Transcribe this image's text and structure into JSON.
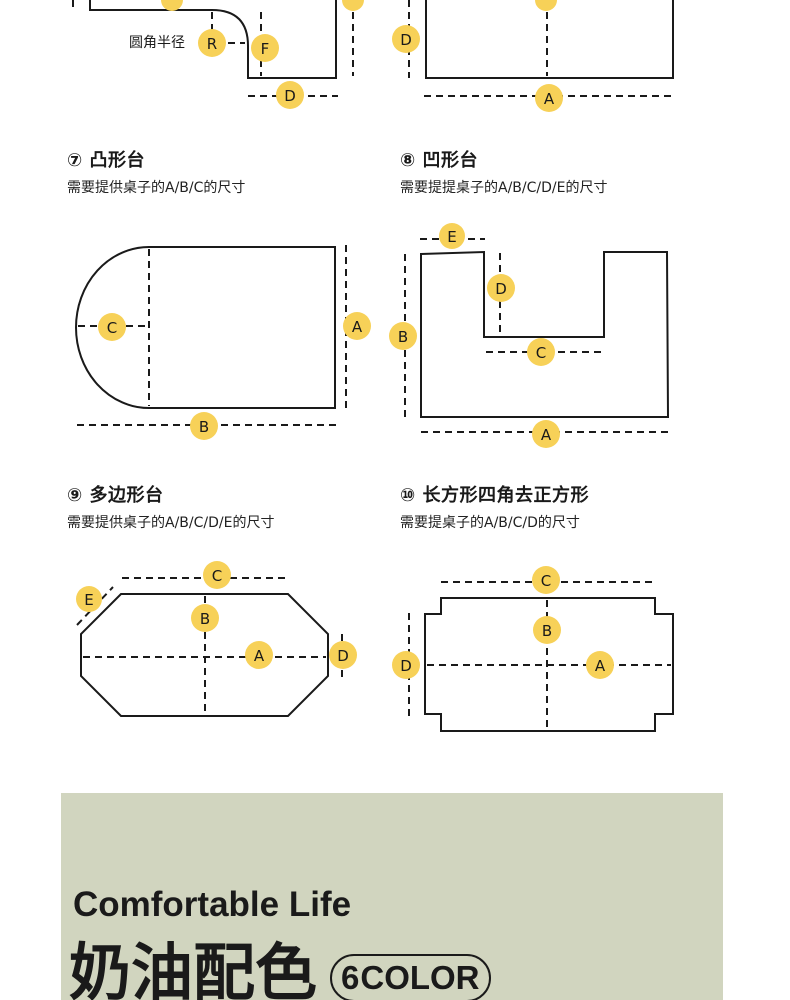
{
  "top": {
    "radius_label": "圆角半径"
  },
  "sections": [
    {
      "title": "⑦ 凸形台",
      "subtitle": "需要提供桌子的A/B/C的尺寸"
    },
    {
      "title": "⑧ 凹形台",
      "subtitle": "需要提提桌子的A/B/C/D/E的尺寸"
    },
    {
      "title": "⑨ 多边形台",
      "subtitle": "需要提供桌子的A/B/C/D/E的尺寸"
    },
    {
      "title": "⑩ 长方形四角去正方形",
      "subtitle": "需要提桌子的A/B/C/D的尺寸"
    }
  ],
  "markers": {
    "a": "A",
    "b": "B",
    "c": "C",
    "d": "D",
    "e": "E",
    "f": "F",
    "r": "R"
  },
  "banner": {
    "subtitle_en": "Comfortable Life",
    "title_cn": "奶油配色",
    "pill_count": "6",
    "pill_text": "COLOR",
    "bg_color": "#d1d5bf"
  },
  "colors": {
    "marker_fill": "#f7d158",
    "line": "#1a1a1a"
  }
}
